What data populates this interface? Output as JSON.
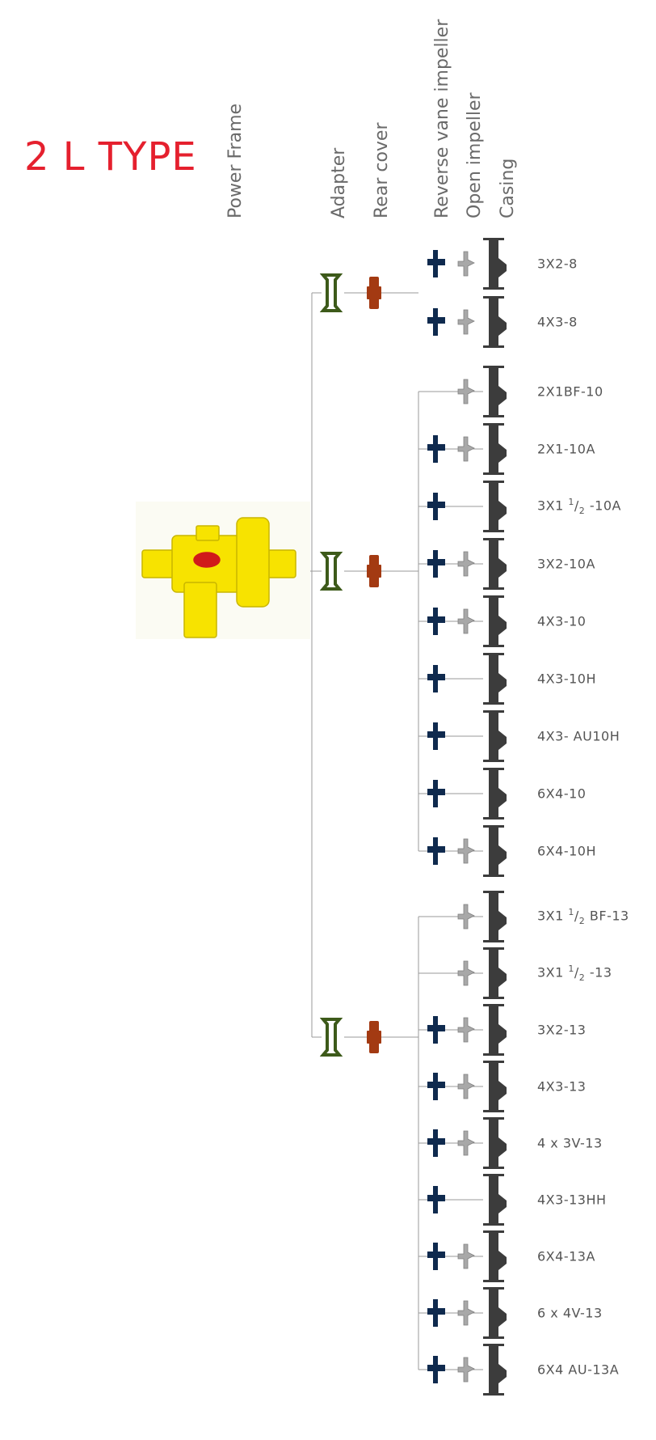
{
  "title": "2 L TYPE",
  "headers": {
    "power_frame": "Power Frame",
    "adapter": "Adapter",
    "rear_cover": "Rear cover",
    "reverse_vane": "Reverse vane impeller",
    "open_impeller": "Open impeller",
    "casing": "Casing"
  },
  "colors": {
    "title": "#e5202e",
    "power_frame": "#f7e300",
    "adapter": "#3d5a1a",
    "rear_cover": "#a33a12",
    "reverse_vane": "#0f2a4e",
    "open_impeller": "#a8a8a8",
    "casing": "#3c3c3c",
    "lines": "#9a9a9a"
  },
  "groups": [
    {
      "group": "8",
      "models": [
        {
          "pre": "3X2-8",
          "frac": "",
          "post": "",
          "rv": true,
          "oi": true
        },
        {
          "pre": "4X3-8",
          "frac": "",
          "post": "",
          "rv": true,
          "oi": true
        }
      ]
    },
    {
      "group": "10",
      "models": [
        {
          "pre": "2X1BF-10",
          "frac": "",
          "post": "",
          "rv": false,
          "oi": true
        },
        {
          "pre": "2X1-10A",
          "frac": "",
          "post": "",
          "rv": true,
          "oi": true
        },
        {
          "pre": "3X1 ",
          "frac": "1/2",
          "post": " -10A",
          "rv": true,
          "oi": false
        },
        {
          "pre": "3X2-10A",
          "frac": "",
          "post": "",
          "rv": true,
          "oi": true
        },
        {
          "pre": "4X3-10",
          "frac": "",
          "post": "",
          "rv": true,
          "oi": true
        },
        {
          "pre": "4X3-10H",
          "frac": "",
          "post": "",
          "rv": true,
          "oi": false
        },
        {
          "pre": "4X3- AU10H",
          "frac": "",
          "post": "",
          "rv": true,
          "oi": false
        },
        {
          "pre": "6X4-10",
          "frac": "",
          "post": "",
          "rv": true,
          "oi": false
        },
        {
          "pre": "6X4-10H",
          "frac": "",
          "post": "",
          "rv": true,
          "oi": true
        }
      ]
    },
    {
      "group": "13",
      "models": [
        {
          "pre": "3X1 ",
          "frac": "1/2",
          "post": " BF-13",
          "rv": false,
          "oi": true
        },
        {
          "pre": "3X1 ",
          "frac": "1/2",
          "post": " -13",
          "rv": false,
          "oi": true
        },
        {
          "pre": "3X2-13",
          "frac": "",
          "post": "",
          "rv": true,
          "oi": true
        },
        {
          "pre": "4X3-13",
          "frac": "",
          "post": "",
          "rv": true,
          "oi": true
        },
        {
          "pre": "4 x 3V-13",
          "frac": "",
          "post": "",
          "rv": true,
          "oi": true
        },
        {
          "pre": "4X3-13HH",
          "frac": "",
          "post": "",
          "rv": true,
          "oi": false
        },
        {
          "pre": "6X4-13A",
          "frac": "",
          "post": "",
          "rv": true,
          "oi": true
        },
        {
          "pre": "6 x 4V-13",
          "frac": "",
          "post": "",
          "rv": true,
          "oi": true
        },
        {
          "pre": "6X4 AU-13A",
          "frac": "",
          "post": "",
          "rv": true,
          "oi": true
        }
      ]
    }
  ]
}
